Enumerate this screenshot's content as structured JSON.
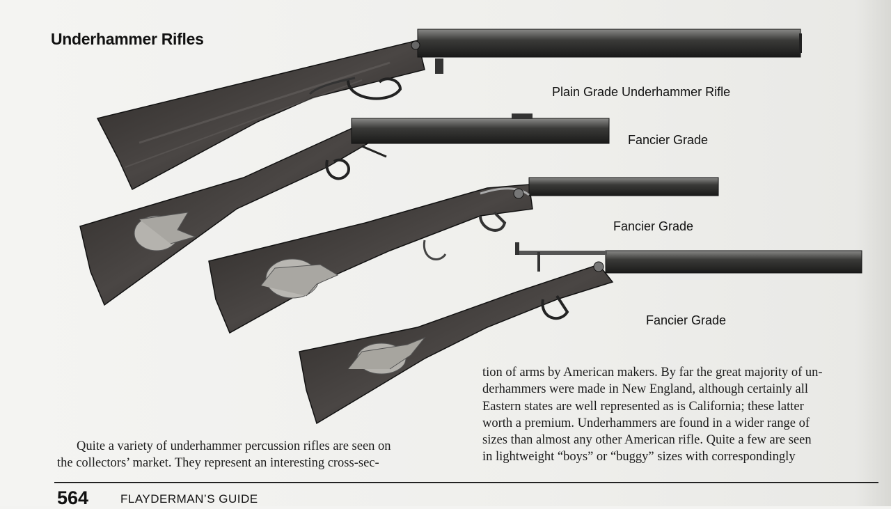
{
  "section": {
    "title": "Underhammer Rifles"
  },
  "captions": [
    "Plain Grade Underhammer Rifle",
    "Fancier Grade",
    "Fancier Grade",
    "Fancier Grade"
  ],
  "body_left": [
    "Quite a variety of underhammer percussion rifles are seen on",
    "the collectors’ market. They represent an interesting cross-sec-"
  ],
  "body_right": [
    "tion of arms by American makers. By far the great majority of un-",
    "derhammers were made in New England, although certainly all",
    "Eastern states are well represented as is California; these latter",
    "worth a premium. Underhammers are found in a wider range of",
    "sizes than almost any other American rifle. Quite a few are seen",
    "in lightweight “boys” or “buggy” sizes with correspondingly"
  ],
  "footer": {
    "page_number": "564",
    "running_head": "FLAYDERMAN’S GUIDE"
  },
  "colors": {
    "paper": "#f3f3f1",
    "ink": "#1b1b1b"
  }
}
